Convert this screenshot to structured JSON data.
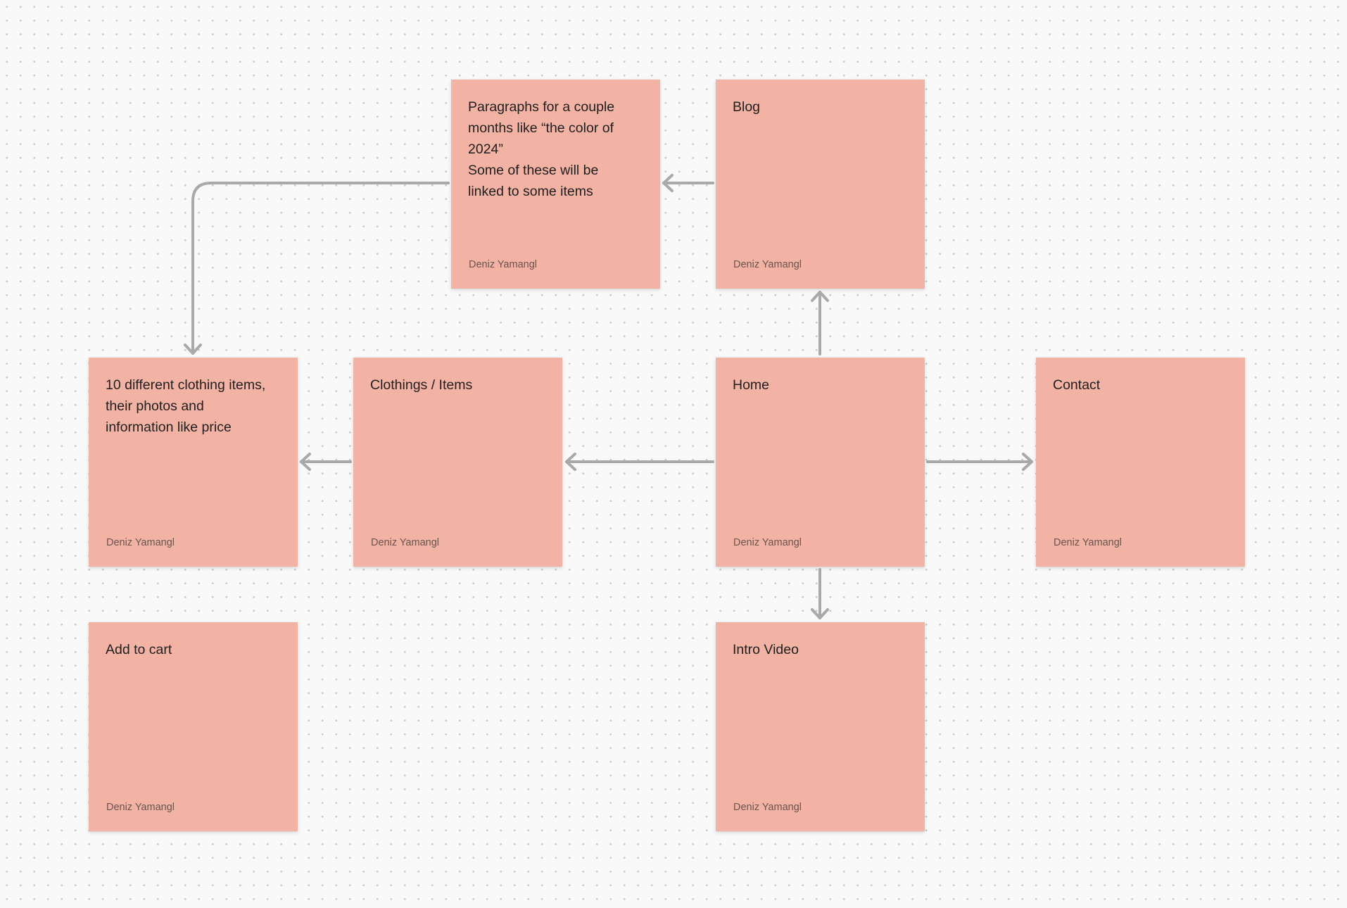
{
  "board": {
    "background_color": "#f9f9f9",
    "note_color": "#f2b2a4",
    "connector_color": "#a9a9a9"
  },
  "notes": {
    "paragraphs": {
      "text": "Paragraphs for a couple\nmonths like “the color of\n2024”\nSome of these will be\nlinked to some items",
      "author": "Deniz Yamangl"
    },
    "blog": {
      "text": "Blog",
      "author": "Deniz Yamangl"
    },
    "clothing_details": {
      "text": "10 different clothing items,\ntheir photos and\ninformation like price",
      "author": "Deniz Yamangl"
    },
    "clothings": {
      "text": "Clothings / Items",
      "author": "Deniz Yamangl"
    },
    "home": {
      "text": "Home",
      "author": "Deniz Yamangl"
    },
    "contact": {
      "text": "Contact",
      "author": "Deniz Yamangl"
    },
    "add_to_cart": {
      "text": "Add to cart",
      "author": "Deniz Yamangl"
    },
    "intro_video": {
      "text": "Intro Video",
      "author": "Deniz Yamangl"
    }
  },
  "connectors": [
    {
      "from": "home",
      "to": "blog"
    },
    {
      "from": "home",
      "to": "clothings"
    },
    {
      "from": "home",
      "to": "contact"
    },
    {
      "from": "home",
      "to": "intro_video"
    },
    {
      "from": "blog",
      "to": "paragraphs"
    },
    {
      "from": "clothings",
      "to": "clothing_details"
    },
    {
      "from": "paragraphs",
      "to": "clothing_details"
    }
  ]
}
